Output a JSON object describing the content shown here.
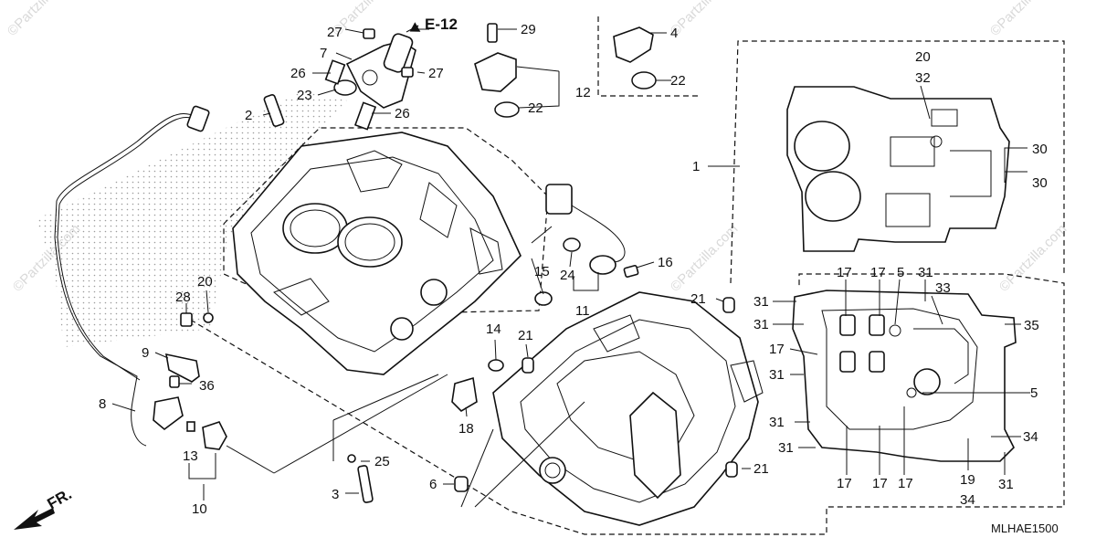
{
  "diagram": {
    "reference_label": "E-12",
    "direction_label": "FR.",
    "figure_code": "MLHAE1500",
    "watermark": "©Partzilla.com",
    "callouts": {
      "c1": "1",
      "c2": "2",
      "c3": "3",
      "c4": "4",
      "c5a": "5",
      "c5b": "5",
      "c6": "6",
      "c7": "7",
      "c8": "8",
      "c9": "9",
      "c10": "10",
      "c11": "11",
      "c12": "12",
      "c13": "13",
      "c14": "14",
      "c15": "15",
      "c16": "16",
      "c17a": "17",
      "c17b": "17",
      "c17c": "17",
      "c17d": "17",
      "c17e": "17",
      "c17f": "17",
      "c18": "18",
      "c19": "19",
      "c20a": "20",
      "c20b": "20",
      "c21a": "21",
      "c21b": "21",
      "c21c": "21",
      "c22a": "22",
      "c22b": "22",
      "c23": "23",
      "c24": "24",
      "c25": "25",
      "c26a": "26",
      "c26b": "26",
      "c27a": "27",
      "c27b": "27",
      "c28": "28",
      "c29": "29",
      "c30a": "30",
      "c30b": "30",
      "c31a": "31",
      "c31b": "31",
      "c31c": "31",
      "c31d": "31",
      "c31e": "31",
      "c31f": "31",
      "c31g": "31",
      "c32": "32",
      "c33": "33",
      "c34a": "34",
      "c34b": "34",
      "c35": "35",
      "c36": "36"
    }
  }
}
